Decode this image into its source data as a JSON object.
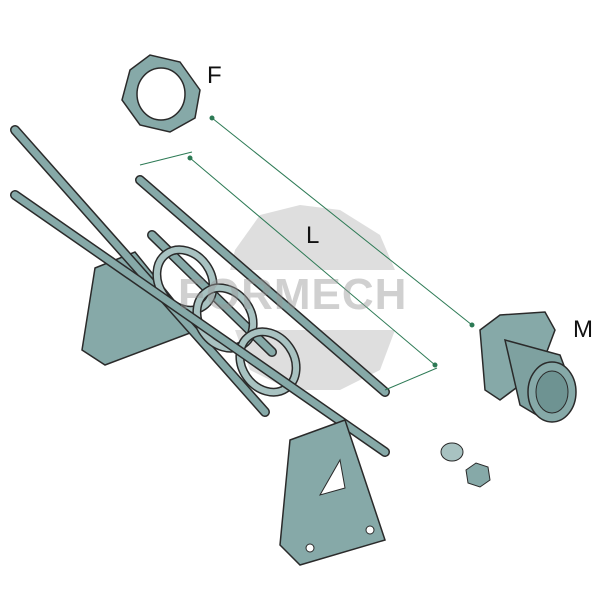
{
  "labels": {
    "flange": "F",
    "length": "L",
    "hub": "M"
  },
  "watermark": "FORMECH",
  "colors": {
    "part": "#86a9a8",
    "part_dark": "#5f8584",
    "outline": "#2a2a2a",
    "dimension": "#2d7a55",
    "watermark": "#969696"
  }
}
